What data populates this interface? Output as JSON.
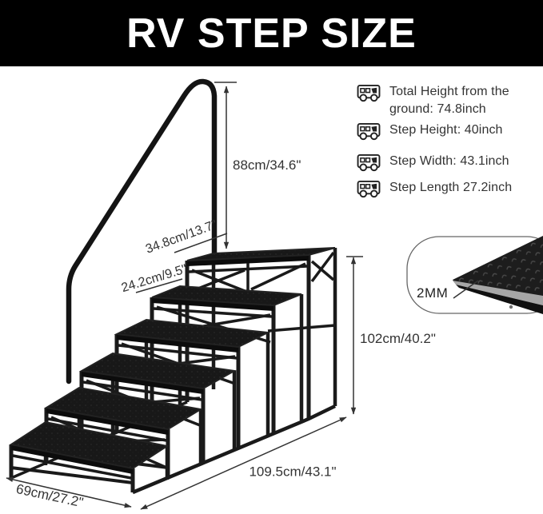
{
  "banner": {
    "title": "RV STEP SIZE"
  },
  "specs": {
    "items": [
      {
        "label": "Total Height from the ground: 74.8inch"
      },
      {
        "label": "Step Height: 40inch"
      },
      {
        "label": "Step Width: 43.1inch"
      },
      {
        "label": "Step Length 27.2inch"
      }
    ]
  },
  "dimensions": {
    "rail_height": "88cm/34.6\"",
    "platform_depth": "34.8cm/13.7\"",
    "step_depth": "24.2cm/9.5\"",
    "total_height": "102cm/40.2\"",
    "step_width": "109.5cm/43.1\"",
    "step_length": "69cm/27.2\""
  },
  "inset": {
    "thickness_label": "2MM"
  },
  "colors": {
    "banner_bg": "#000000",
    "banner_fg": "#ffffff",
    "dimension_line": "#333333",
    "frame": "#1a1a1a",
    "tread": "#181818",
    "edge_strip": "#a6a6a6"
  }
}
